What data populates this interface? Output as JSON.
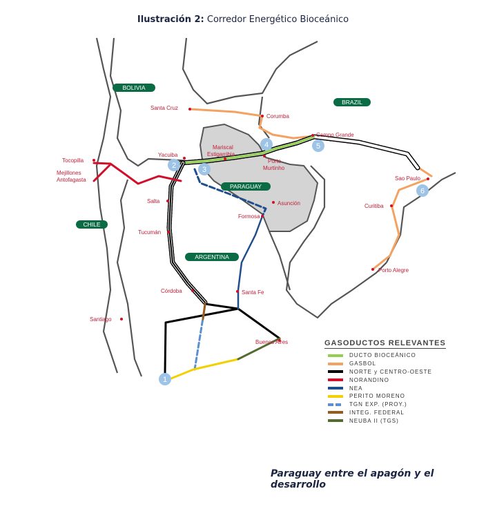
{
  "title": {
    "prefix": "Ilustración 2:",
    "text": "Corredor Energético Bioceánico"
  },
  "footer": "Paraguay entre el apagón y el desarrollo",
  "countries": [
    "BOLIVIA",
    "BRAZIL",
    "CHILE",
    "PARAGUAY",
    "ARGENTINA"
  ],
  "cities": [
    "Santa Cruz",
    "Corumba",
    "Campo Grande",
    "Mariscal",
    "Estigarribia",
    "Porto",
    "Murtinho",
    "Yacuiba",
    "Tocopilla",
    "Mejillones",
    "Antofagasta",
    "Salta",
    "Tucumán",
    "Asunción",
    "Formosa",
    "Santa Fe",
    "Córdoba",
    "Santiago",
    "Buenos Aires",
    "Sao Paulo",
    "Curitiba",
    "Porto Alegre"
  ],
  "markers": [
    "1",
    "2",
    "3",
    "4",
    "5",
    "6"
  ],
  "legend": {
    "title": "GASODUCTOS RELEVANTES",
    "items": [
      {
        "label": "DUCTO BIOCEÁNICO",
        "color": "#92d050",
        "dashed": false
      },
      {
        "label": "GASBOL",
        "color": "#f4a261",
        "dashed": false
      },
      {
        "label": "NORTE y CENTRO-OESTE",
        "color": "#000000",
        "dashed": false
      },
      {
        "label": "NORANDINO",
        "color": "#d0102a",
        "dashed": false
      },
      {
        "label": "NEA",
        "color": "#1f4e8c",
        "dashed": false
      },
      {
        "label": "PERITO MORENO",
        "color": "#f5d000",
        "dashed": false
      },
      {
        "label": "TGN EXP. (PROY.)",
        "color": "#5b8fd0",
        "dashed": true
      },
      {
        "label": "INTEG. FEDERAL",
        "color": "#9c5a1a",
        "dashed": false
      },
      {
        "label": "NEUBA II (TGS)",
        "color": "#556b2f",
        "dashed": false
      }
    ]
  }
}
